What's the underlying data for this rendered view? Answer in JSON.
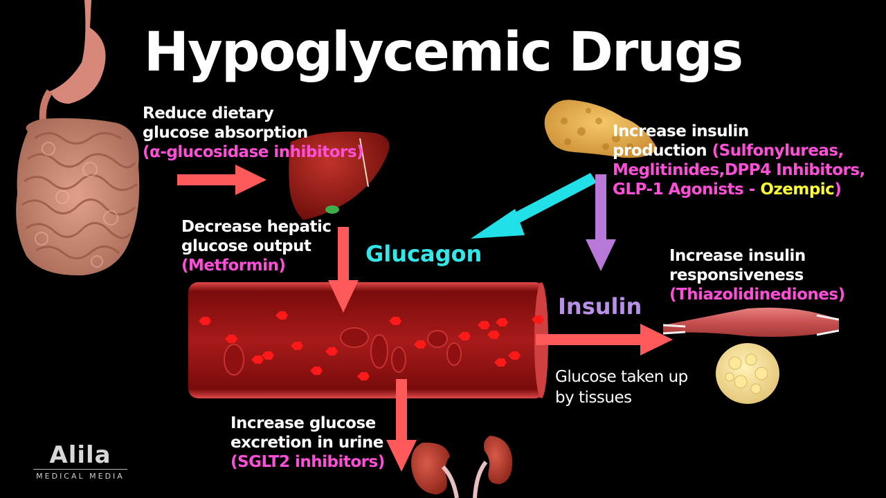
{
  "title": "Hypoglycemic Drugs",
  "labels": {
    "dietary_line1": "Reduce dietary",
    "dietary_line2": "glucose absorption",
    "dietary_drug": "(α-glucosidase inhibitors)",
    "hepatic_line1": "Decrease hepatic",
    "hepatic_line2": "glucose output",
    "hepatic_drug": "(Metformin)",
    "production_line1": "Increase insulin",
    "production_line2_lead": "production ",
    "production_line2_drug": "(Sulfonylureas,",
    "production_line3": "Meglitinides,DPP4 Inhibitors,",
    "production_line4_drug": "GLP-1 Agonists - ",
    "production_line4_highlight": "Ozempic",
    "production_line4_close": ")",
    "responsiveness_line1": "Increase insulin",
    "responsiveness_line2": "responsiveness",
    "responsiveness_drug": "(Thiazolidinediones)",
    "excretion_line1": "Increase glucose",
    "excretion_line2": "excretion in urine",
    "excretion_drug": "(SGLT2 inhibitors)",
    "glucagon": "Glucagon",
    "insulin": "Insulin",
    "uptake_line1": "Glucose taken up",
    "uptake_line2": "by tissues"
  },
  "logo": {
    "name": "Alila",
    "subtitle": "MEDICAL MEDIA"
  },
  "colors": {
    "background": "#000000",
    "drug_text": "#ff4fd8",
    "highlight_text": "#ffff33",
    "glucagon": "#33e6e8",
    "insulin": "#b890e8",
    "flow_arrow": "#ff5a5a",
    "vessel": "#a01818",
    "glucose": "#ff1a1a"
  },
  "icons": [
    "stomach-intestine-icon",
    "liver-icon",
    "pancreas-icon",
    "blood-vessel-icon",
    "muscle-icon",
    "fat-cell-icon",
    "kidney-icon"
  ]
}
